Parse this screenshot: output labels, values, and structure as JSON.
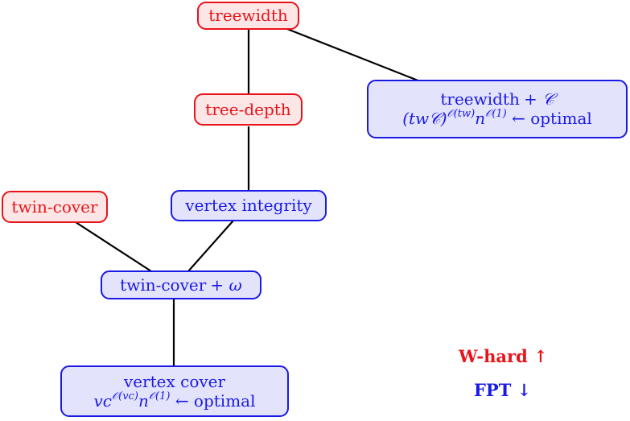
{
  "colors": {
    "hard_text": "#e8141a",
    "hard_fill": "#fde6e6",
    "fpt_text": "#1a1ae6",
    "fpt_fill": "#e3e3fb",
    "edge": "#000000"
  },
  "nodes": {
    "treewidth": "treewidth",
    "tree_depth": "tree-depth",
    "twin_cover": "twin-cover",
    "vertex_integrity": "vertex integrity",
    "twin_cover_omega": {
      "label": "twin-cover",
      "suffix": "+ ω"
    },
    "treewidth_c": {
      "label": "treewidth",
      "suffix": "+ 𝒞",
      "base": "(tw𝒞)",
      "exp1": "𝒪(tw)",
      "mid": "n",
      "exp2": "𝒪(1)",
      "tail": "← optimal"
    },
    "vertex_cover": {
      "label": "vertex cover",
      "base": "vc",
      "exp1": "𝒪(vc)",
      "mid": "n",
      "exp2": "𝒪(1)",
      "tail": "← optimal"
    }
  },
  "legend": {
    "hard": "W-hard ↑",
    "fpt": "FPT ↓"
  }
}
